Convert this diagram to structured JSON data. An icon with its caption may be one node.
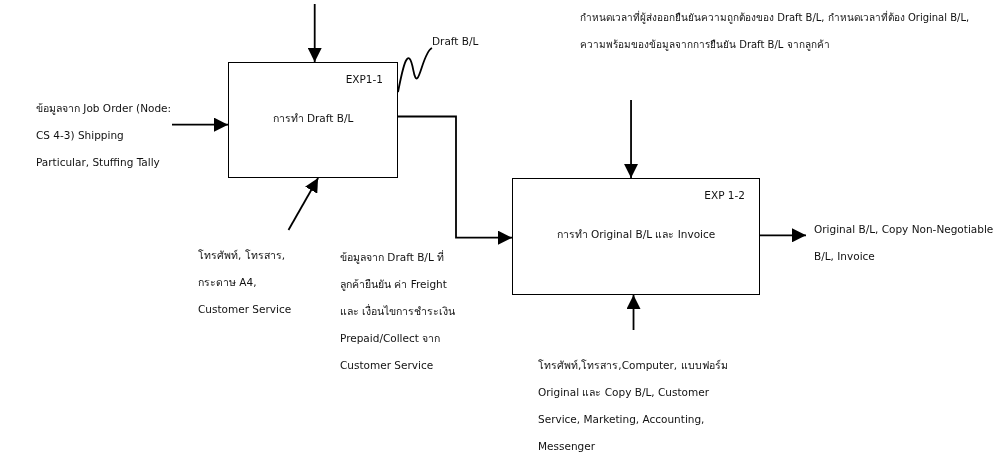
{
  "diagram": {
    "nodes": [
      {
        "text": [
          "EXP1-1",
          "การทำ Draft B/L"
        ]
      },
      {
        "text": [
          "EXP 1-2",
          "การทำ Original B/L และ Invoice"
        ]
      },
      {
        "text": [
          "ข้อมูลจาก Job Order (Node: CS 4-3) Shipping Particular, Stuffing Tally"
        ]
      },
      {
        "text": [
          "Draft B/L"
        ]
      },
      {
        "text": [
          "โทรศัพท์, โทรสาร, กระดาษ A4, Customer Service"
        ]
      },
      {
        "text": [
          "กำหนดเวลาที่ผู้ส่งออกยืนยันความถูกต้องของ Draft B/L, กำหนดเวลาที่ต้อง Original B/L, ความพร้อมของข้อมูลจากการยืนยัน Draft B/L จากลูกค้า"
        ]
      },
      {
        "text": [
          "Original B/L, Copy Non-Negotiable B/L, Invoice"
        ]
      },
      {
        "text": [
          "โทรศัพท์,โทรสาร,Computer, แบบฟอร์ม Original และ Copy B/L, Customer Service, Marketing, Accounting, Messenger"
        ]
      }
    ],
    "edges": [
      {
        "from": null,
        "to": 0,
        "arrow": "to"
      },
      {
        "from": 2,
        "to": 0,
        "arrow": "to"
      },
      {
        "from": 4,
        "to": 0,
        "arrow": "to"
      },
      {
        "from": 0,
        "to": 3,
        "arrow": "none"
      },
      {
        "from": 0,
        "to": 1,
        "arrow": "to"
      },
      {
        "from": 5,
        "to": 1,
        "arrow": "to"
      },
      {
        "from": 7,
        "to": 1,
        "arrow": "to"
      },
      {
        "from": 1,
        "to": 6,
        "arrow": "to"
      }
    ],
    "labels": [
      "ข้อมูลจาก Draft B/L ที่ลูกค้ายืนยัน ค่า Freight และ เงื่อนไขการชำระเงิน Prepaid/Collect จาก Customer Service"
    ]
  }
}
